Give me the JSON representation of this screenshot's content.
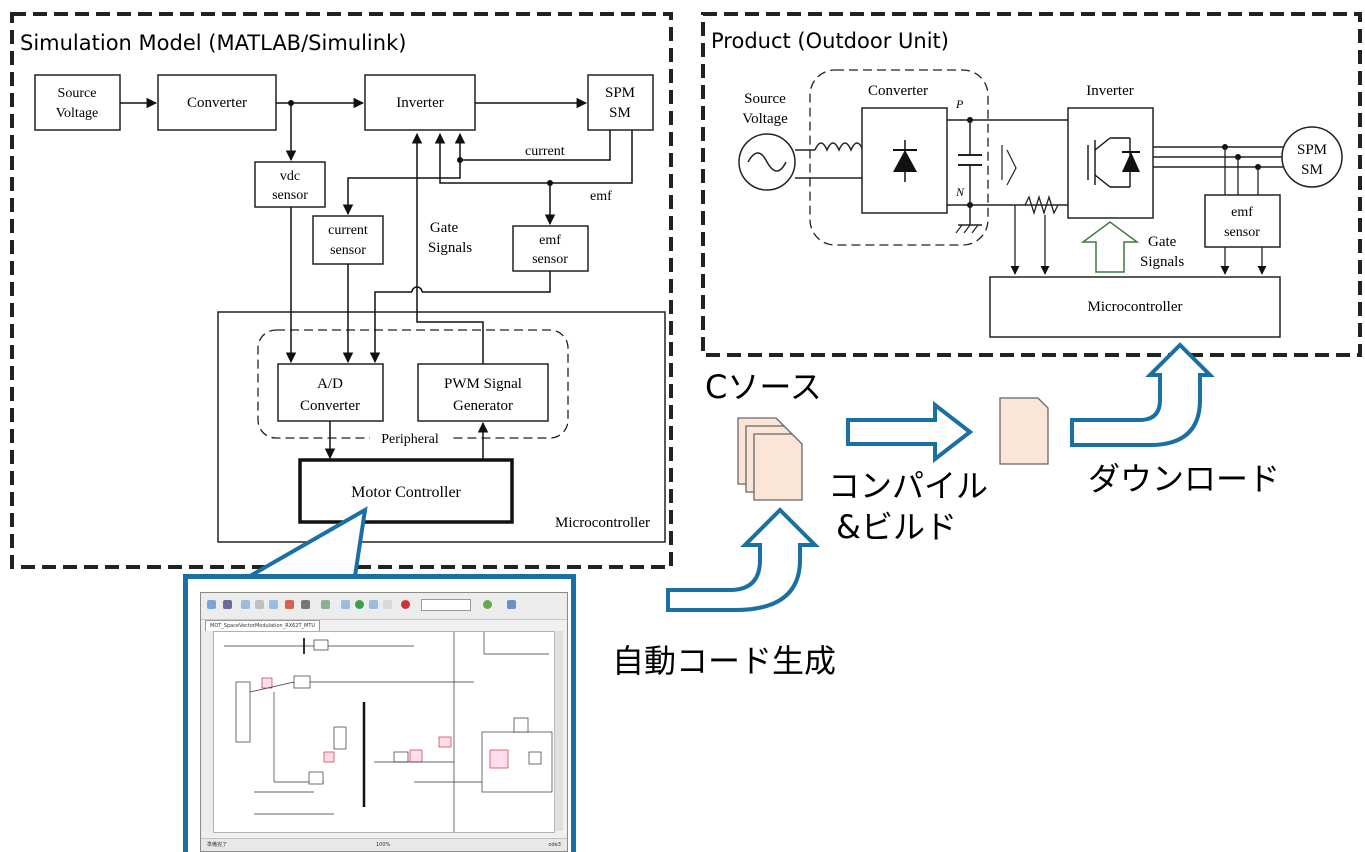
{
  "sim": {
    "title": "Simulation Model (MATLAB/Simulink)",
    "source_voltage": [
      "Source",
      "Voltage"
    ],
    "converter": "Converter",
    "inverter": "Inverter",
    "spmsm": [
      "SPM",
      "SM"
    ],
    "current_label": "current",
    "emf_label": "emf",
    "vdc_sensor": [
      "vdc",
      "sensor"
    ],
    "current_sensor": [
      "current",
      "sensor"
    ],
    "gate_signals": [
      "Gate",
      "Signals"
    ],
    "emf_sensor": [
      "emf",
      "sensor"
    ],
    "ad_converter": [
      "A/D",
      "Converter"
    ],
    "pwm_generator": [
      "PWM Signal",
      "Generator"
    ],
    "peripheral": "Peripheral",
    "motor_controller": "Motor Controller",
    "microcontroller": "Microcontroller"
  },
  "product": {
    "title": "Product (Outdoor Unit)",
    "source_voltage": [
      "Source",
      "Voltage"
    ],
    "converter": "Converter",
    "inverter": "Inverter",
    "p_label": "P",
    "n_label": "N",
    "spmsm": [
      "SPM",
      "SM"
    ],
    "emf_sensor": [
      "emf",
      "sensor"
    ],
    "gate_signals": [
      "Gate",
      "Signals"
    ],
    "microcontroller": "Microcontroller"
  },
  "flow": {
    "c_source": "Cソース",
    "compile_build": [
      "コンパイル",
      "&ビルド"
    ],
    "download": "ダウンロード",
    "auto_codegen": "自動コード生成"
  },
  "screenshot": {
    "tab": "MOT_SpaceVectorModulation_RX62T_MTU",
    "status_left": "準備完了",
    "status_mid": "100%",
    "status_right": "ode3"
  },
  "colors": {
    "accent_blue": "#1a6fa5",
    "doc_fill": "#fbe5d6",
    "gate_arrow": "#3f7a3f"
  }
}
